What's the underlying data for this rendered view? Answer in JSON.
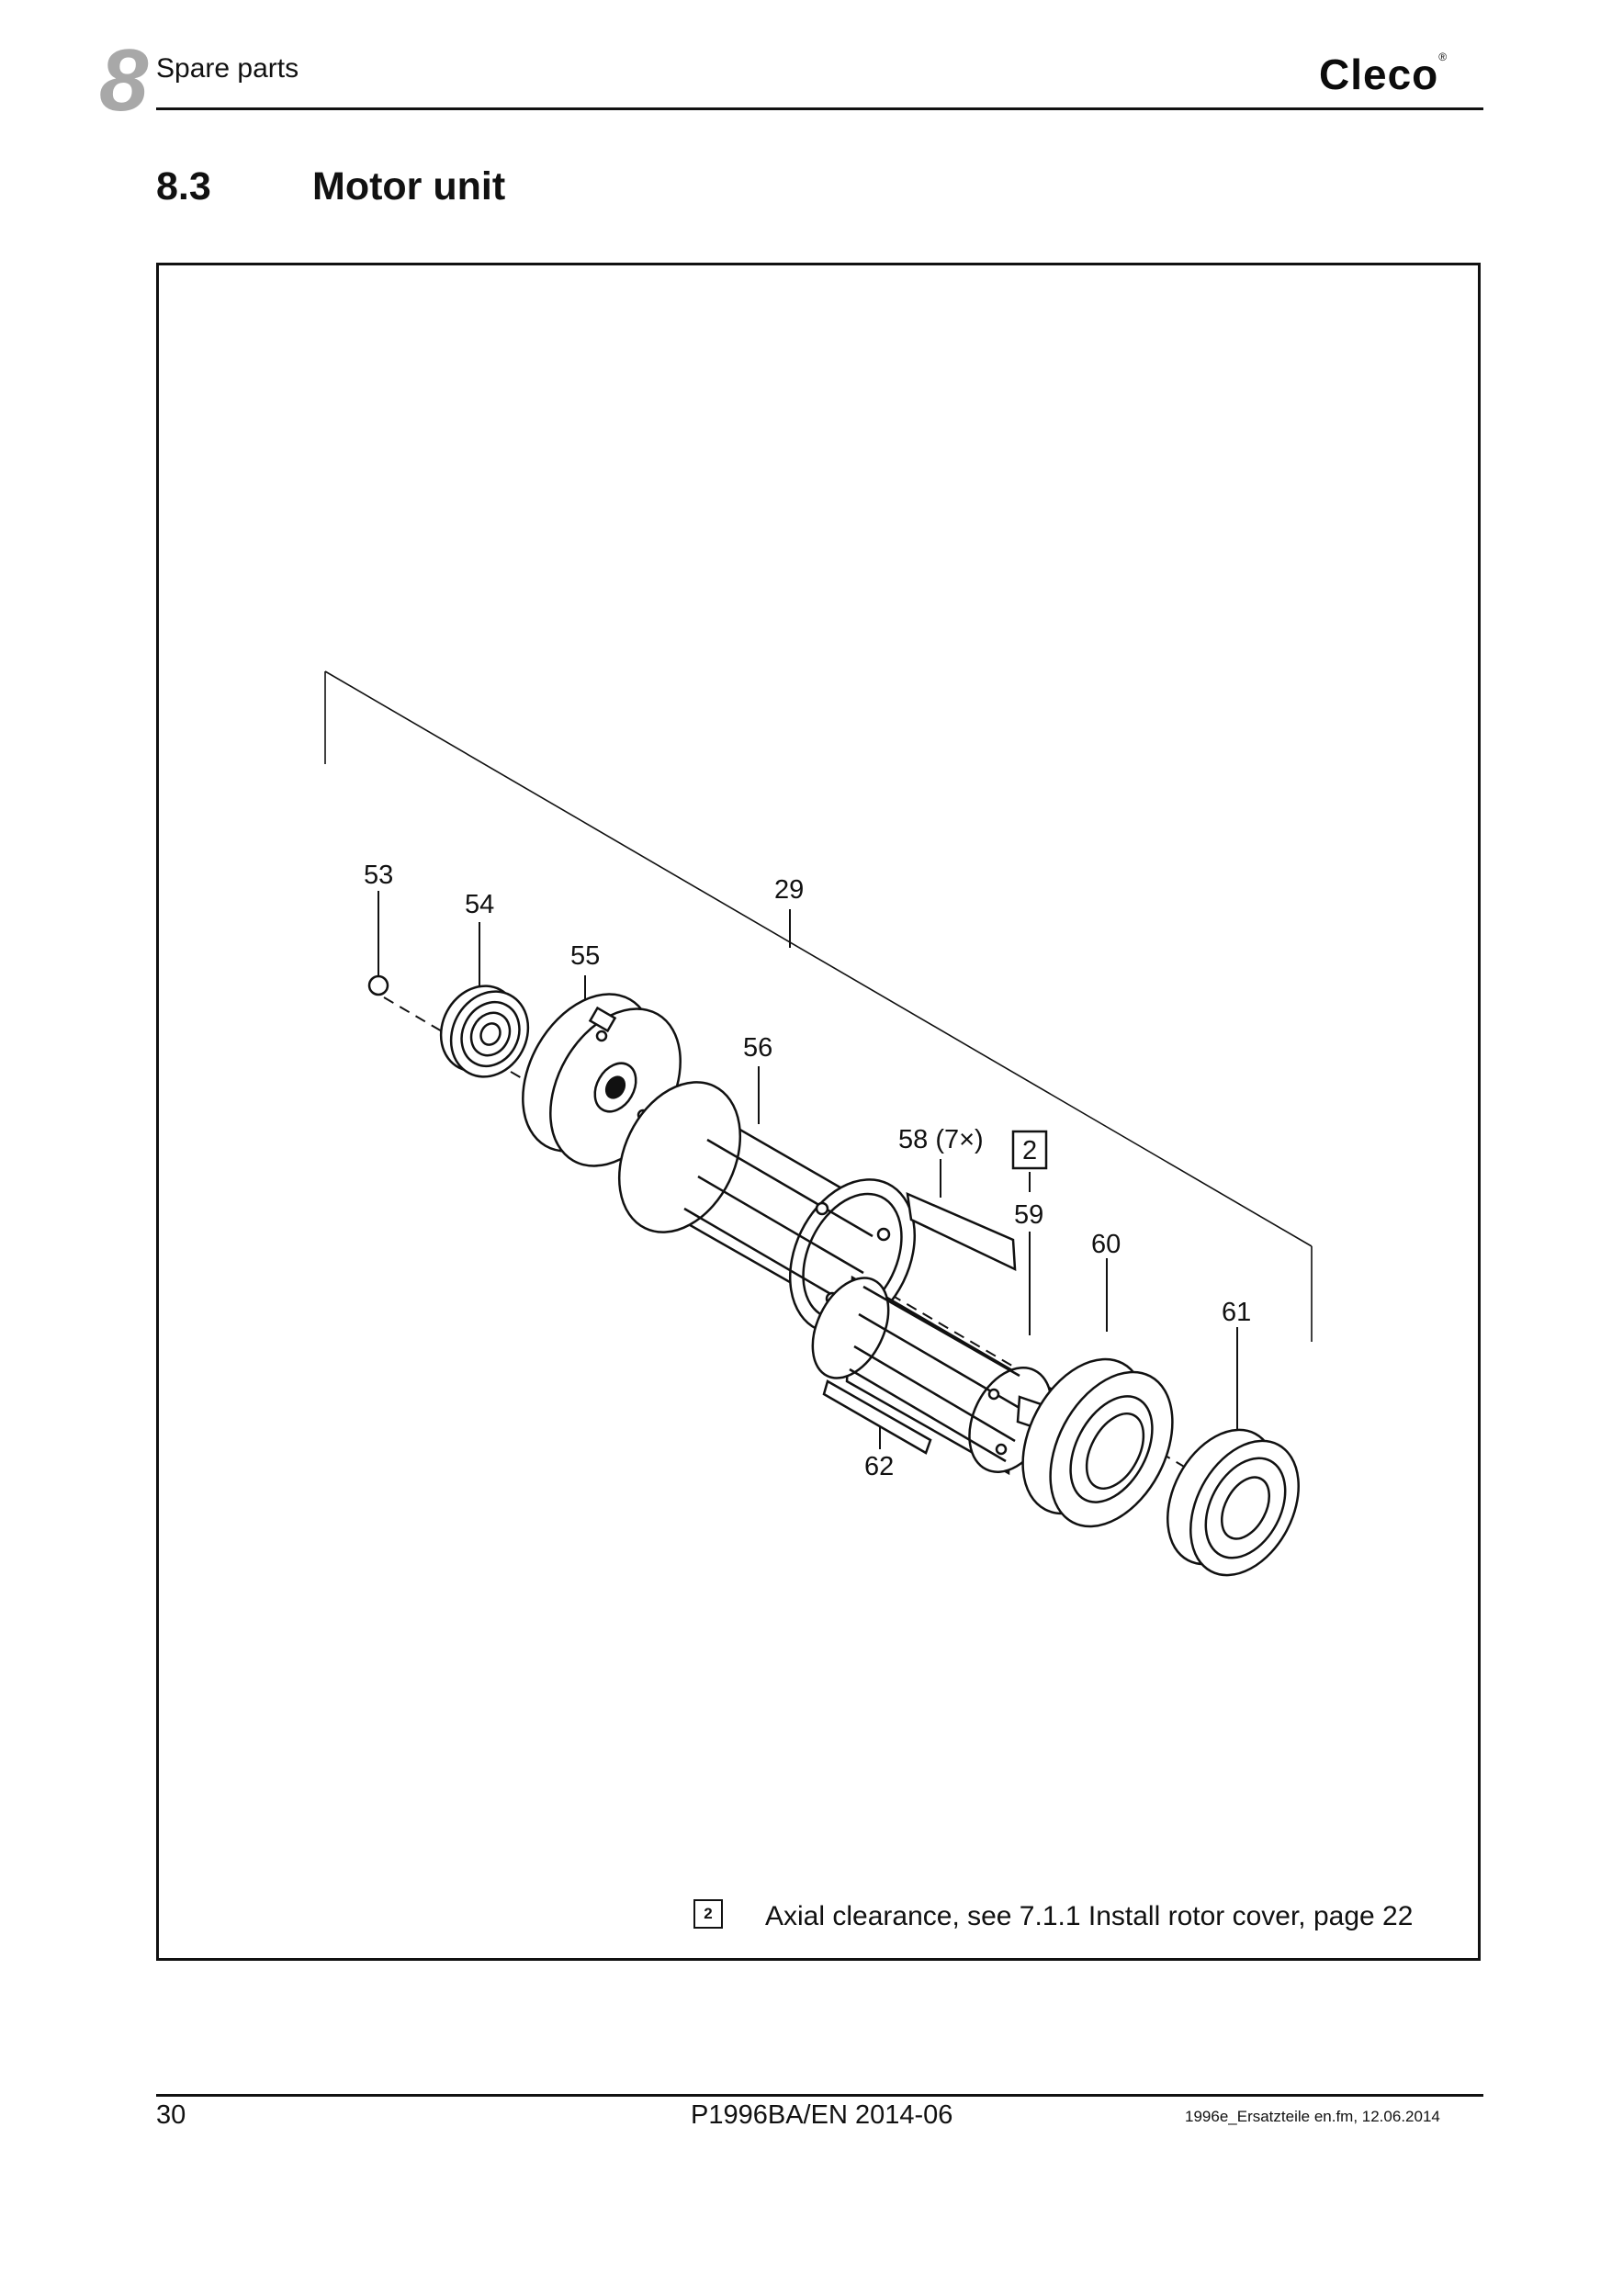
{
  "header": {
    "chapter_number": "8",
    "chapter_title": "Spare parts",
    "brand": "Cleco",
    "brand_mark": "®"
  },
  "section": {
    "number": "8.3",
    "title": "Motor unit"
  },
  "diagram": {
    "callouts": {
      "c29": "29",
      "c53": "53",
      "c54": "54",
      "c55": "55",
      "c56": "56",
      "c58": "58 (7×)",
      "c59": "59",
      "c60": "60",
      "c61": "61",
      "c62": "62",
      "note_ref": "2"
    }
  },
  "note": {
    "ref": "2",
    "text": "Axial clearance, see 7.1.1 Install rotor cover, page 22"
  },
  "footer": {
    "page_number": "30",
    "doc_id": "P1996BA/EN 2014-06",
    "file_info": "1996e_Ersatzteile en.fm, 12.06.2014"
  }
}
